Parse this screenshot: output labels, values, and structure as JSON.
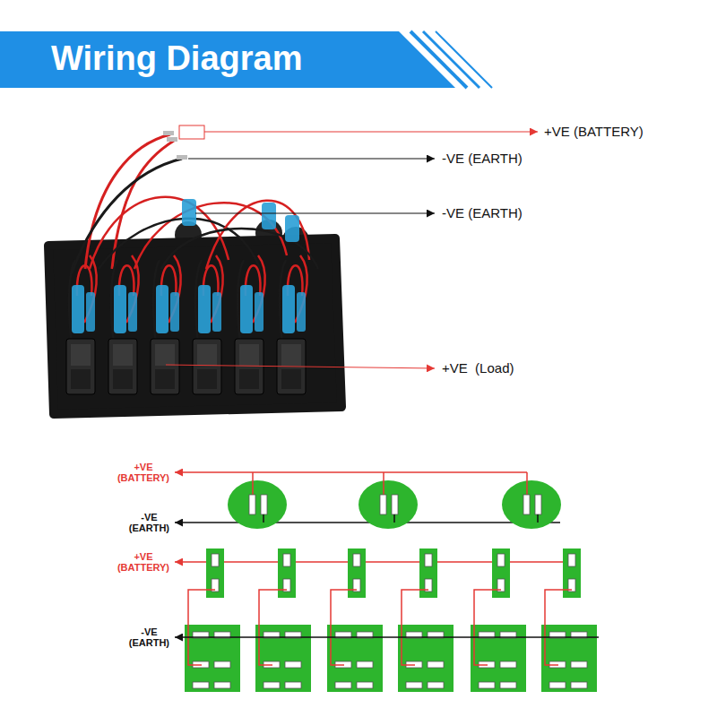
{
  "diagram": {
    "title": "Wiring Diagram",
    "labels": [
      "+VE (BATTERY)",
      "-VE (EARTH)",
      "-VE (EARTH)",
      "+VE  (Load)",
      "+VE (BATTERY)",
      "-VE (EARTH)",
      "+VE (BATTERY)",
      "-VE (EARTH)"
    ]
  }
}
